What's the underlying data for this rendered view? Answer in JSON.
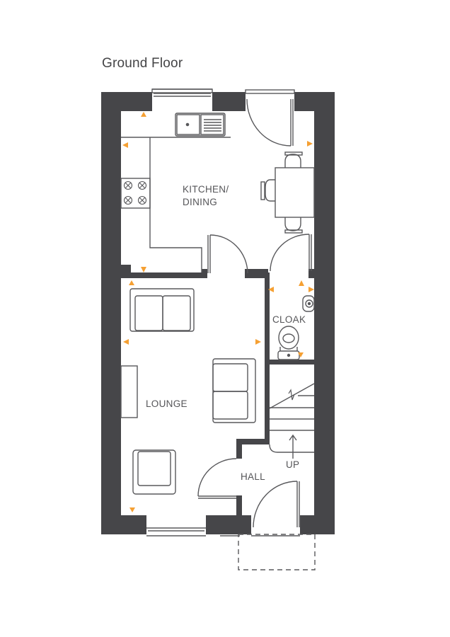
{
  "plan": {
    "title": "Ground Floor",
    "colors": {
      "wall": "#464649",
      "line": "#58585b",
      "marker": "#f5a033",
      "background": "#ffffff"
    },
    "rooms": [
      {
        "name": "kitchen-dining",
        "label_line1": "KITCHEN/",
        "label_line2": "DINING"
      },
      {
        "name": "cloak",
        "label": "CLOAK"
      },
      {
        "name": "lounge",
        "label": "LOUNGE"
      },
      {
        "name": "hall",
        "label": "HALL"
      }
    ],
    "stairs": {
      "direction_label": "UP"
    }
  }
}
